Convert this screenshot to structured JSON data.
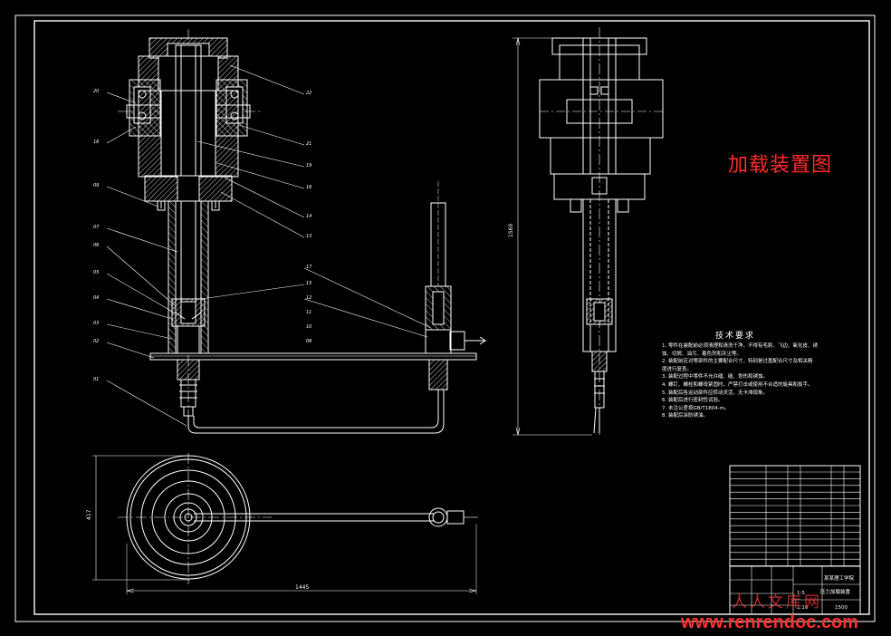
{
  "drawing": {
    "title": "加载装置图",
    "technical_requirements": {
      "heading": "技术要求",
      "notes": [
        "1. 零件在装配前必须清理和清洗干净，不得有毛刺、飞边、氧化皮、锈",
        "蚀、切屑、油污、着色剂和灰尘等。",
        "2. 装配前应对零部件的主要配合尺寸，特别是过盈配合尺寸及相关精",
        "度进行复查。",
        "3. 装配过程中零件不允许磕、碰、划伤和锈蚀。",
        "4. 螺钉、螺栓和螺母紧固时，严禁打击或使用不合适的旋具和扳手。",
        "5. 装配后各运动部件应转动灵活，无卡滞现象。",
        "6. 装配后进行密封性试验。",
        "7. 未注公差按GB/T1804-m。",
        "8. 装配后涂防锈油。"
      ]
    },
    "part_callouts": [
      "01",
      "02",
      "03",
      "04",
      "05",
      "06",
      "07",
      "08",
      "09",
      "10",
      "11",
      "12",
      "13",
      "14",
      "15",
      "16",
      "17",
      "18",
      "19",
      "20",
      "21",
      "22"
    ],
    "dimensions": {
      "plan_width": "1445",
      "plan_height": "417",
      "side_height": "1560"
    },
    "title_block": {
      "drawing_name": "压力加载装置",
      "school": "某某理工学院",
      "scale": "1:5",
      "sheet": "1:10",
      "number": "1500"
    },
    "watermark_cn": "人人文库网",
    "watermark_url": "www.renrendoc.com"
  },
  "colors": {
    "background": "#000000",
    "lines": "#ffffff",
    "title": "#ff2a2a",
    "watermark": "#ff3030"
  }
}
